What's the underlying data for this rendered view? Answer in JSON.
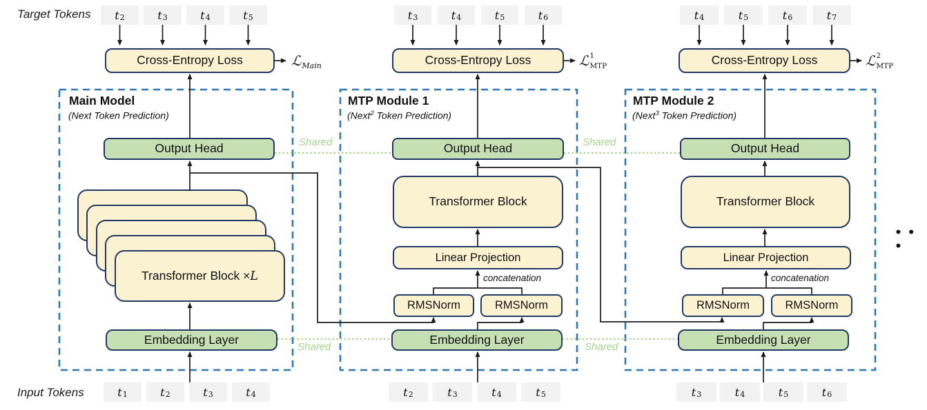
{
  "labels": {
    "target_tokens": "Target Tokens",
    "input_tokens": "Input Tokens",
    "shared": "Shared",
    "concatenation": "concatenation",
    "ellipsis": "• • •",
    "token_base": "t",
    "loss_symbol": "ℒ"
  },
  "boxes": {
    "cross_entropy": "Cross-Entropy Loss",
    "output_head": "Output Head",
    "embedding": "Embedding Layer",
    "transformer_block": "Transformer Block",
    "transformer_block_stack_prefix": "Transformer Block × ",
    "transformer_block_stack_var": "L",
    "linear_projection": "Linear Projection",
    "rmsnorm": "RMSNorm"
  },
  "modules": [
    {
      "title": "Main Model",
      "subtitle_pre": "(Next",
      "subtitle_sup": "",
      "subtitle_post": " Token Prediction)",
      "loss_sup": "",
      "loss_sub": "Main",
      "target_token_subs": [
        "2",
        "3",
        "4",
        "5"
      ],
      "input_token_subs": [
        "1",
        "2",
        "3",
        "4"
      ]
    },
    {
      "title": "MTP Module 1",
      "subtitle_pre": "(Next",
      "subtitle_sup": "2",
      "subtitle_post": " Token Prediction)",
      "loss_sup": "1",
      "loss_sub": "MTP",
      "target_token_subs": [
        "3",
        "4",
        "5",
        "6"
      ],
      "input_token_subs": [
        "2",
        "3",
        "4",
        "5"
      ]
    },
    {
      "title": "MTP Module 2",
      "subtitle_pre": "(Next",
      "subtitle_sup": "3",
      "subtitle_post": " Token Prediction)",
      "loss_sup": "2",
      "loss_sub": "MTP",
      "target_token_subs": [
        "4",
        "5",
        "6",
        "7"
      ],
      "input_token_subs": [
        "3",
        "4",
        "5",
        "6"
      ]
    }
  ],
  "colors": {
    "box_fill_yellow": "#fbf2d2",
    "box_fill_green": "#c6e0b4",
    "box_border": "#1f3864",
    "module_dash": "#2e75b6",
    "token_fill": "#f2f2f2",
    "shared_green": "#a9d18e",
    "arrow": "#1a1a1a"
  }
}
